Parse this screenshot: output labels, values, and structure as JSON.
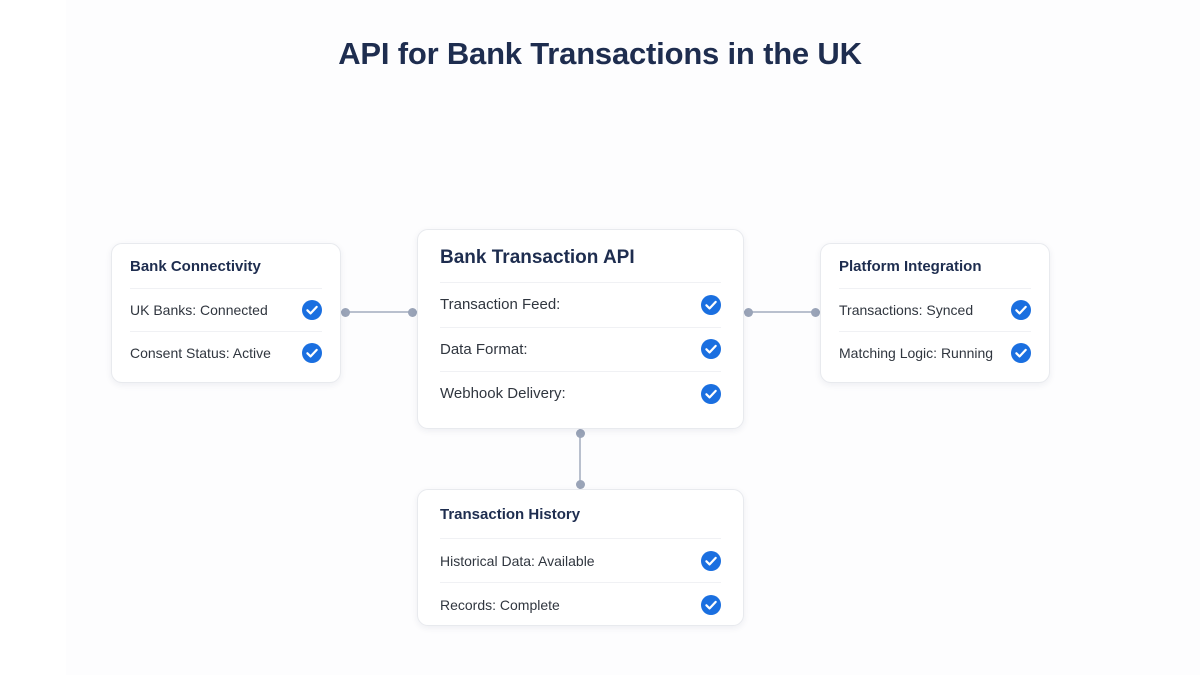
{
  "page": {
    "title": "API for Bank Transactions in the UK",
    "accent_color": "#1a6fe0",
    "title_color": "#1e2d4f",
    "connector_color": "#b9c0ce",
    "background_color": "#fdfdfe"
  },
  "cards": {
    "hub": {
      "title": "Bank Transaction API",
      "rows": [
        {
          "label": "Transaction Feed:",
          "status_icon": "check-circle-icon"
        },
        {
          "label": "Data Format:",
          "status_icon": "check-circle-icon"
        },
        {
          "label": "Webhook Delivery:",
          "status_icon": "check-circle-icon"
        }
      ]
    },
    "left": {
      "title": "Bank Connectivity",
      "rows": [
        {
          "label": "UK Banks: Connected",
          "status_icon": "check-circle-icon"
        },
        {
          "label": "Consent Status: Active",
          "status_icon": "check-circle-icon"
        }
      ]
    },
    "right": {
      "title": "Platform Integration",
      "rows": [
        {
          "label": "Transactions: Synced",
          "status_icon": "check-circle-icon"
        },
        {
          "label": "Matching Logic: Running",
          "status_icon": "check-circle-icon"
        }
      ]
    },
    "bottom": {
      "title": "Transaction History",
      "rows": [
        {
          "label": "Historical Data: Available",
          "status_icon": "check-circle-icon"
        },
        {
          "label": "Records: Complete",
          "status_icon": "check-circle-icon"
        }
      ]
    }
  },
  "connectors": [
    {
      "name": "left-to-hub",
      "orientation": "horizontal"
    },
    {
      "name": "hub-to-right",
      "orientation": "horizontal"
    },
    {
      "name": "hub-to-bottom",
      "orientation": "vertical"
    }
  ]
}
